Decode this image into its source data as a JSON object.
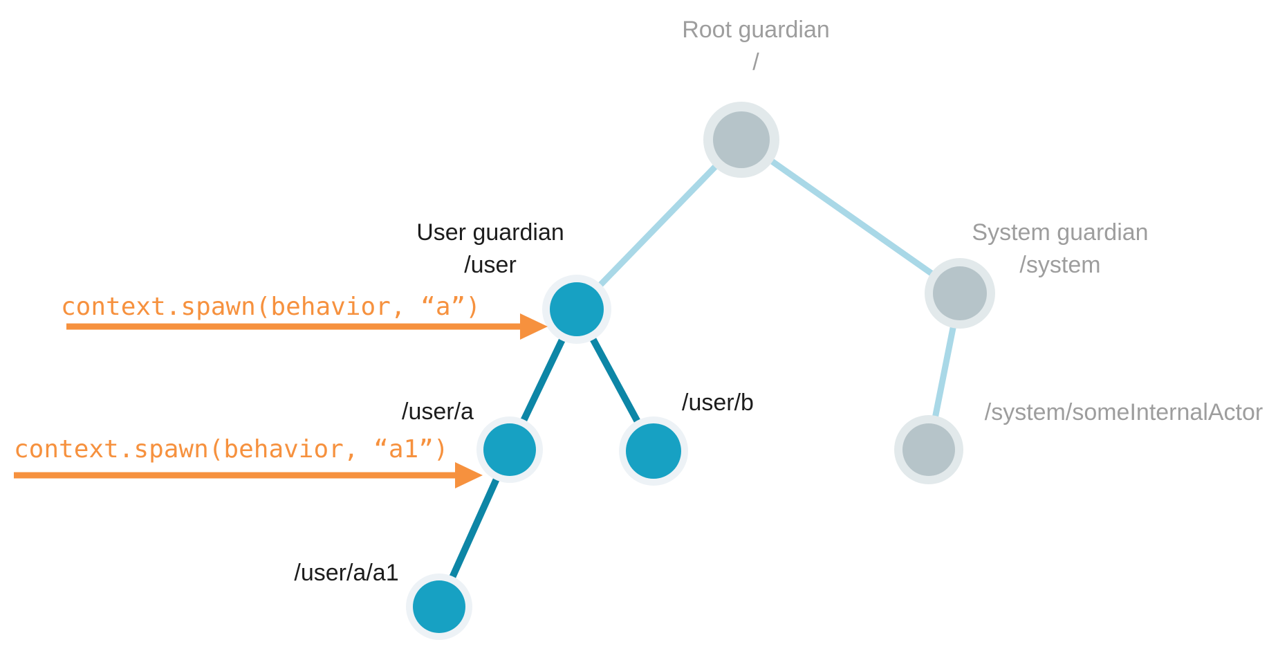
{
  "colors": {
    "teal_node": "#17a1c3",
    "teal_halo": "#edf2f6",
    "gray_node": "#b6c4c9",
    "gray_halo": "#e2e9eb",
    "teal_edge": "#0d86a6",
    "light_edge": "#a9d8e7",
    "orange": "#f6913e",
    "gray_text": "#9d9d9d",
    "dark_text": "#1c1c1c"
  },
  "guardians": {
    "root": {
      "label": "Root guardian",
      "path": "/"
    },
    "user": {
      "label": "User guardian",
      "path": "/user"
    },
    "system": {
      "label": "System guardian",
      "path": "/system"
    }
  },
  "actors": {
    "user_a": {
      "path": "/user/a"
    },
    "user_b": {
      "path": "/user/b"
    },
    "system_internal": {
      "path": "/system/someInternalActor"
    },
    "user_a_a1": {
      "path": "/user/a/a1"
    }
  },
  "annotations": {
    "spawn_a": {
      "code": "context.spawn(behavior, “a”)"
    },
    "spawn_a1": {
      "code": "context.spawn(behavior, “a1”)"
    }
  }
}
